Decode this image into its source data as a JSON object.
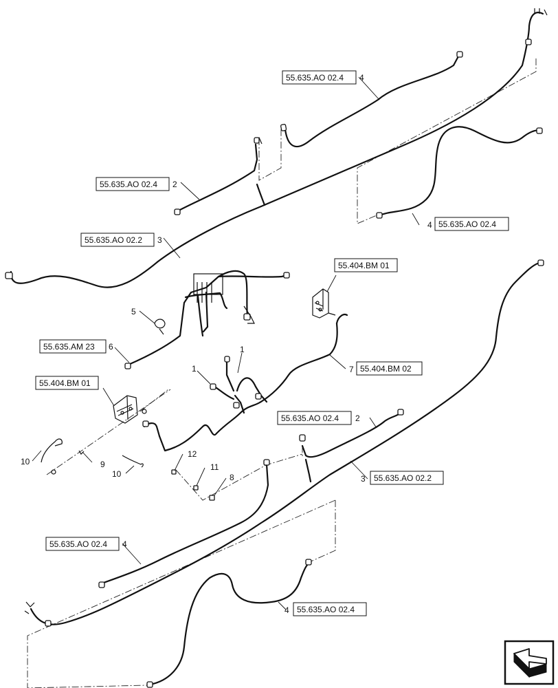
{
  "refs": {
    "r1": "55.635.AO 02.4",
    "r2": "55.635.AO 02.4",
    "r3": "55.635.AO 02.2",
    "r4": "55.404.BM 01",
    "r5": "55.635.AM 23",
    "r6": "55.404.BM 02",
    "r7": "55.404.BM 01",
    "r8": "55.635.AO 02.4",
    "r9": "55.635.AO 02.4",
    "r10": "55.635.AO 02.2",
    "r11": "55.635.AO 02.4",
    "r12": "55.635.AO 02.4"
  },
  "items": {
    "n1": "4",
    "n2": "2",
    "n3": "4",
    "n4": "3",
    "n5": "5",
    "n6": "6",
    "n7": "7",
    "n8": "1",
    "n9": "1",
    "n10": "2",
    "n11": "10",
    "n12": "9",
    "n13": "10",
    "n14": "12",
    "n15": "11",
    "n16": "8",
    "n17": "3",
    "n18": "4",
    "n19": "4"
  },
  "nav_icon": "arrow-navigation-icon"
}
